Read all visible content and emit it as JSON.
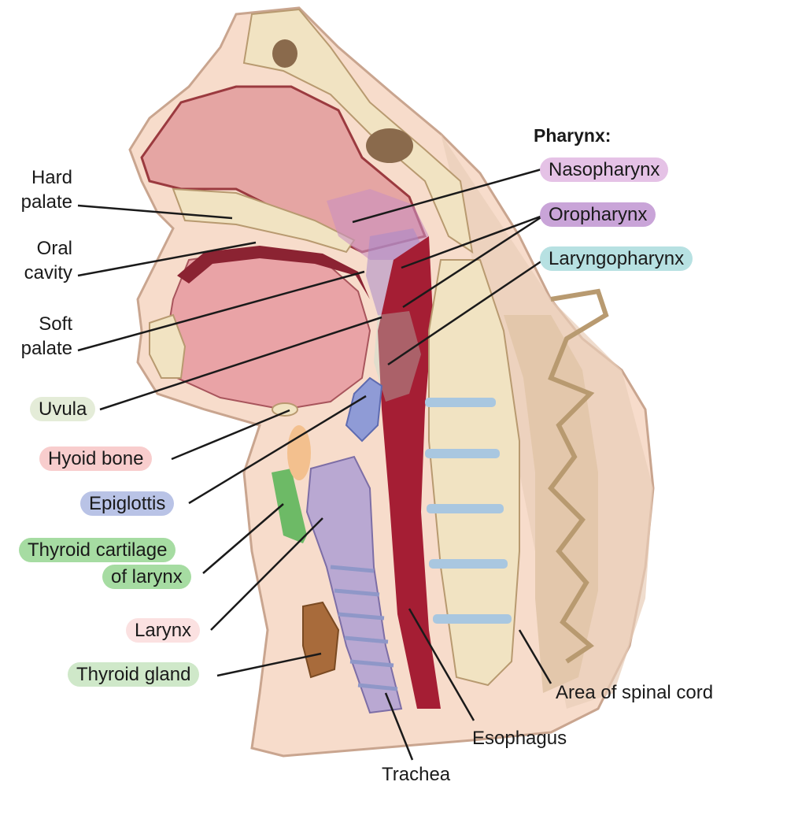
{
  "pharynx_heading": "Pharynx:",
  "pharynx": {
    "nasopharynx": {
      "text": "Nasopharynx",
      "color": "#e5c2e6"
    },
    "oropharynx": {
      "text": "Oropharynx",
      "color": "#c9a4d8"
    },
    "laryngopharynx": {
      "text": "Laryngopharynx",
      "color": "#b7e1e2"
    }
  },
  "left": {
    "hard_palate": [
      "Hard",
      "palate"
    ],
    "oral_cavity": [
      "Oral",
      "cavity"
    ],
    "soft_palate": [
      "Soft",
      "palate"
    ],
    "uvula": {
      "text": "Uvula",
      "color": "#e4ecd8"
    },
    "hyoid_bone": {
      "text": "Hyoid bone",
      "color": "#f8cdcd"
    },
    "epiglottis": {
      "text": "Epiglottis",
      "color": "#b9c3e6"
    },
    "thyroid_cartilage": {
      "line1": "Thyroid cartilage",
      "line2": "of larynx",
      "color": "#a6dca2"
    },
    "larynx": {
      "text": "Larynx",
      "color": "#fbe1e1"
    },
    "thyroid_gland": {
      "text": "Thyroid gland",
      "color": "#cfe8c9"
    }
  },
  "bottom": {
    "area_spinal_cord": "Area of spinal cord",
    "esophagus": "Esophagus",
    "trachea": "Trachea"
  }
}
